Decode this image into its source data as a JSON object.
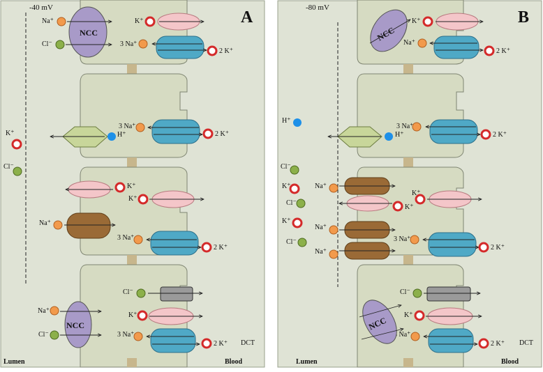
{
  "panels": [
    {
      "letter": "A",
      "voltage": "-40 mV",
      "lumen": "Lumen",
      "blood": "Blood",
      "segment": "DCT",
      "ncc": "NCC",
      "ions": {
        "na": "Na⁺",
        "cl": "Cl⁻",
        "k": "K⁺",
        "h": "H⁺",
        "three_na": "3 Na⁺",
        "two_k": "2 K⁺"
      }
    },
    {
      "letter": "B",
      "voltage": "-80 mV",
      "lumen": "Lumen",
      "blood": "Blood",
      "segment": "DCT",
      "ncc": "NCC",
      "ions": {
        "na": "Na⁺",
        "cl": "Cl⁻",
        "k": "K⁺",
        "h": "H⁺",
        "three_na": "3 Na⁺",
        "two_k": "2 K⁺"
      }
    }
  ],
  "colors": {
    "ncc": "#a89ac8",
    "pink_channel": "#f4c6c9",
    "blue_pump": "#4fa9c6",
    "brown_channel": "#9a6a36",
    "grey_channel": "#9a9a9a",
    "hex_exchanger": "#c8d69a",
    "na_ion": "#f29a4c",
    "cl_ion": "#8cb04a",
    "k_ion": "#d42a2a",
    "h_ion": "#1e90e8"
  }
}
